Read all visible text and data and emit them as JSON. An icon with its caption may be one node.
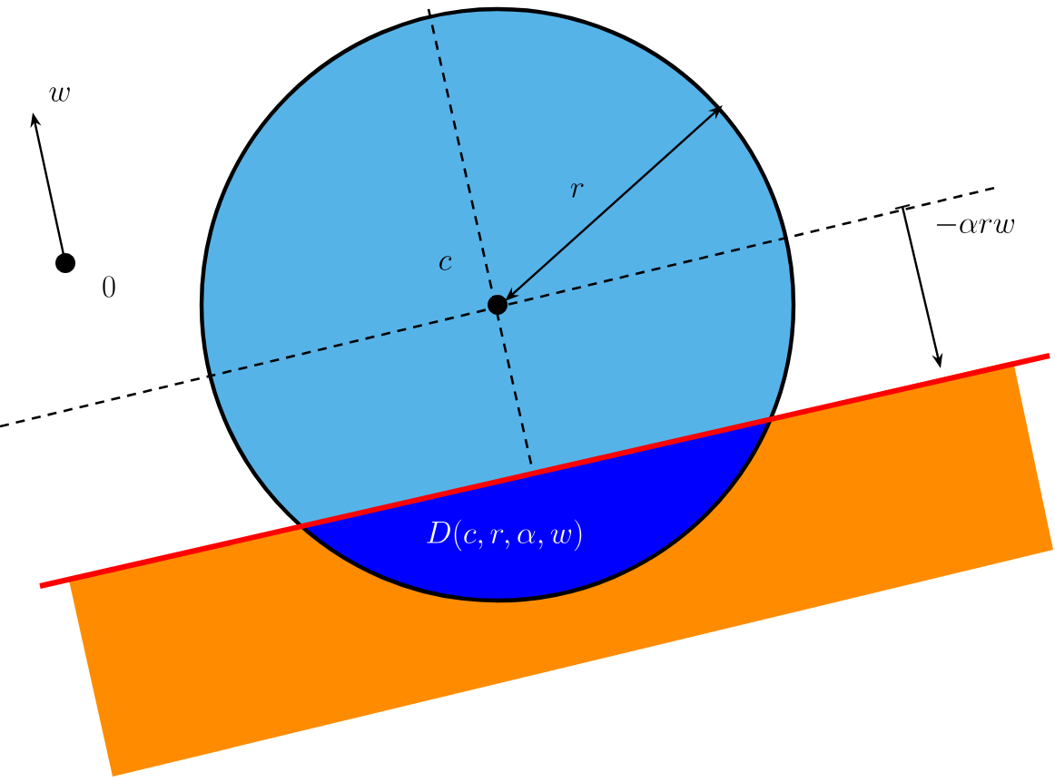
{
  "diagram": {
    "labels": [
      "w",
      "0",
      "c",
      "r",
      "-\\alpha r w",
      "D(c,r,\\alpha,w)"
    ]
  }
}
